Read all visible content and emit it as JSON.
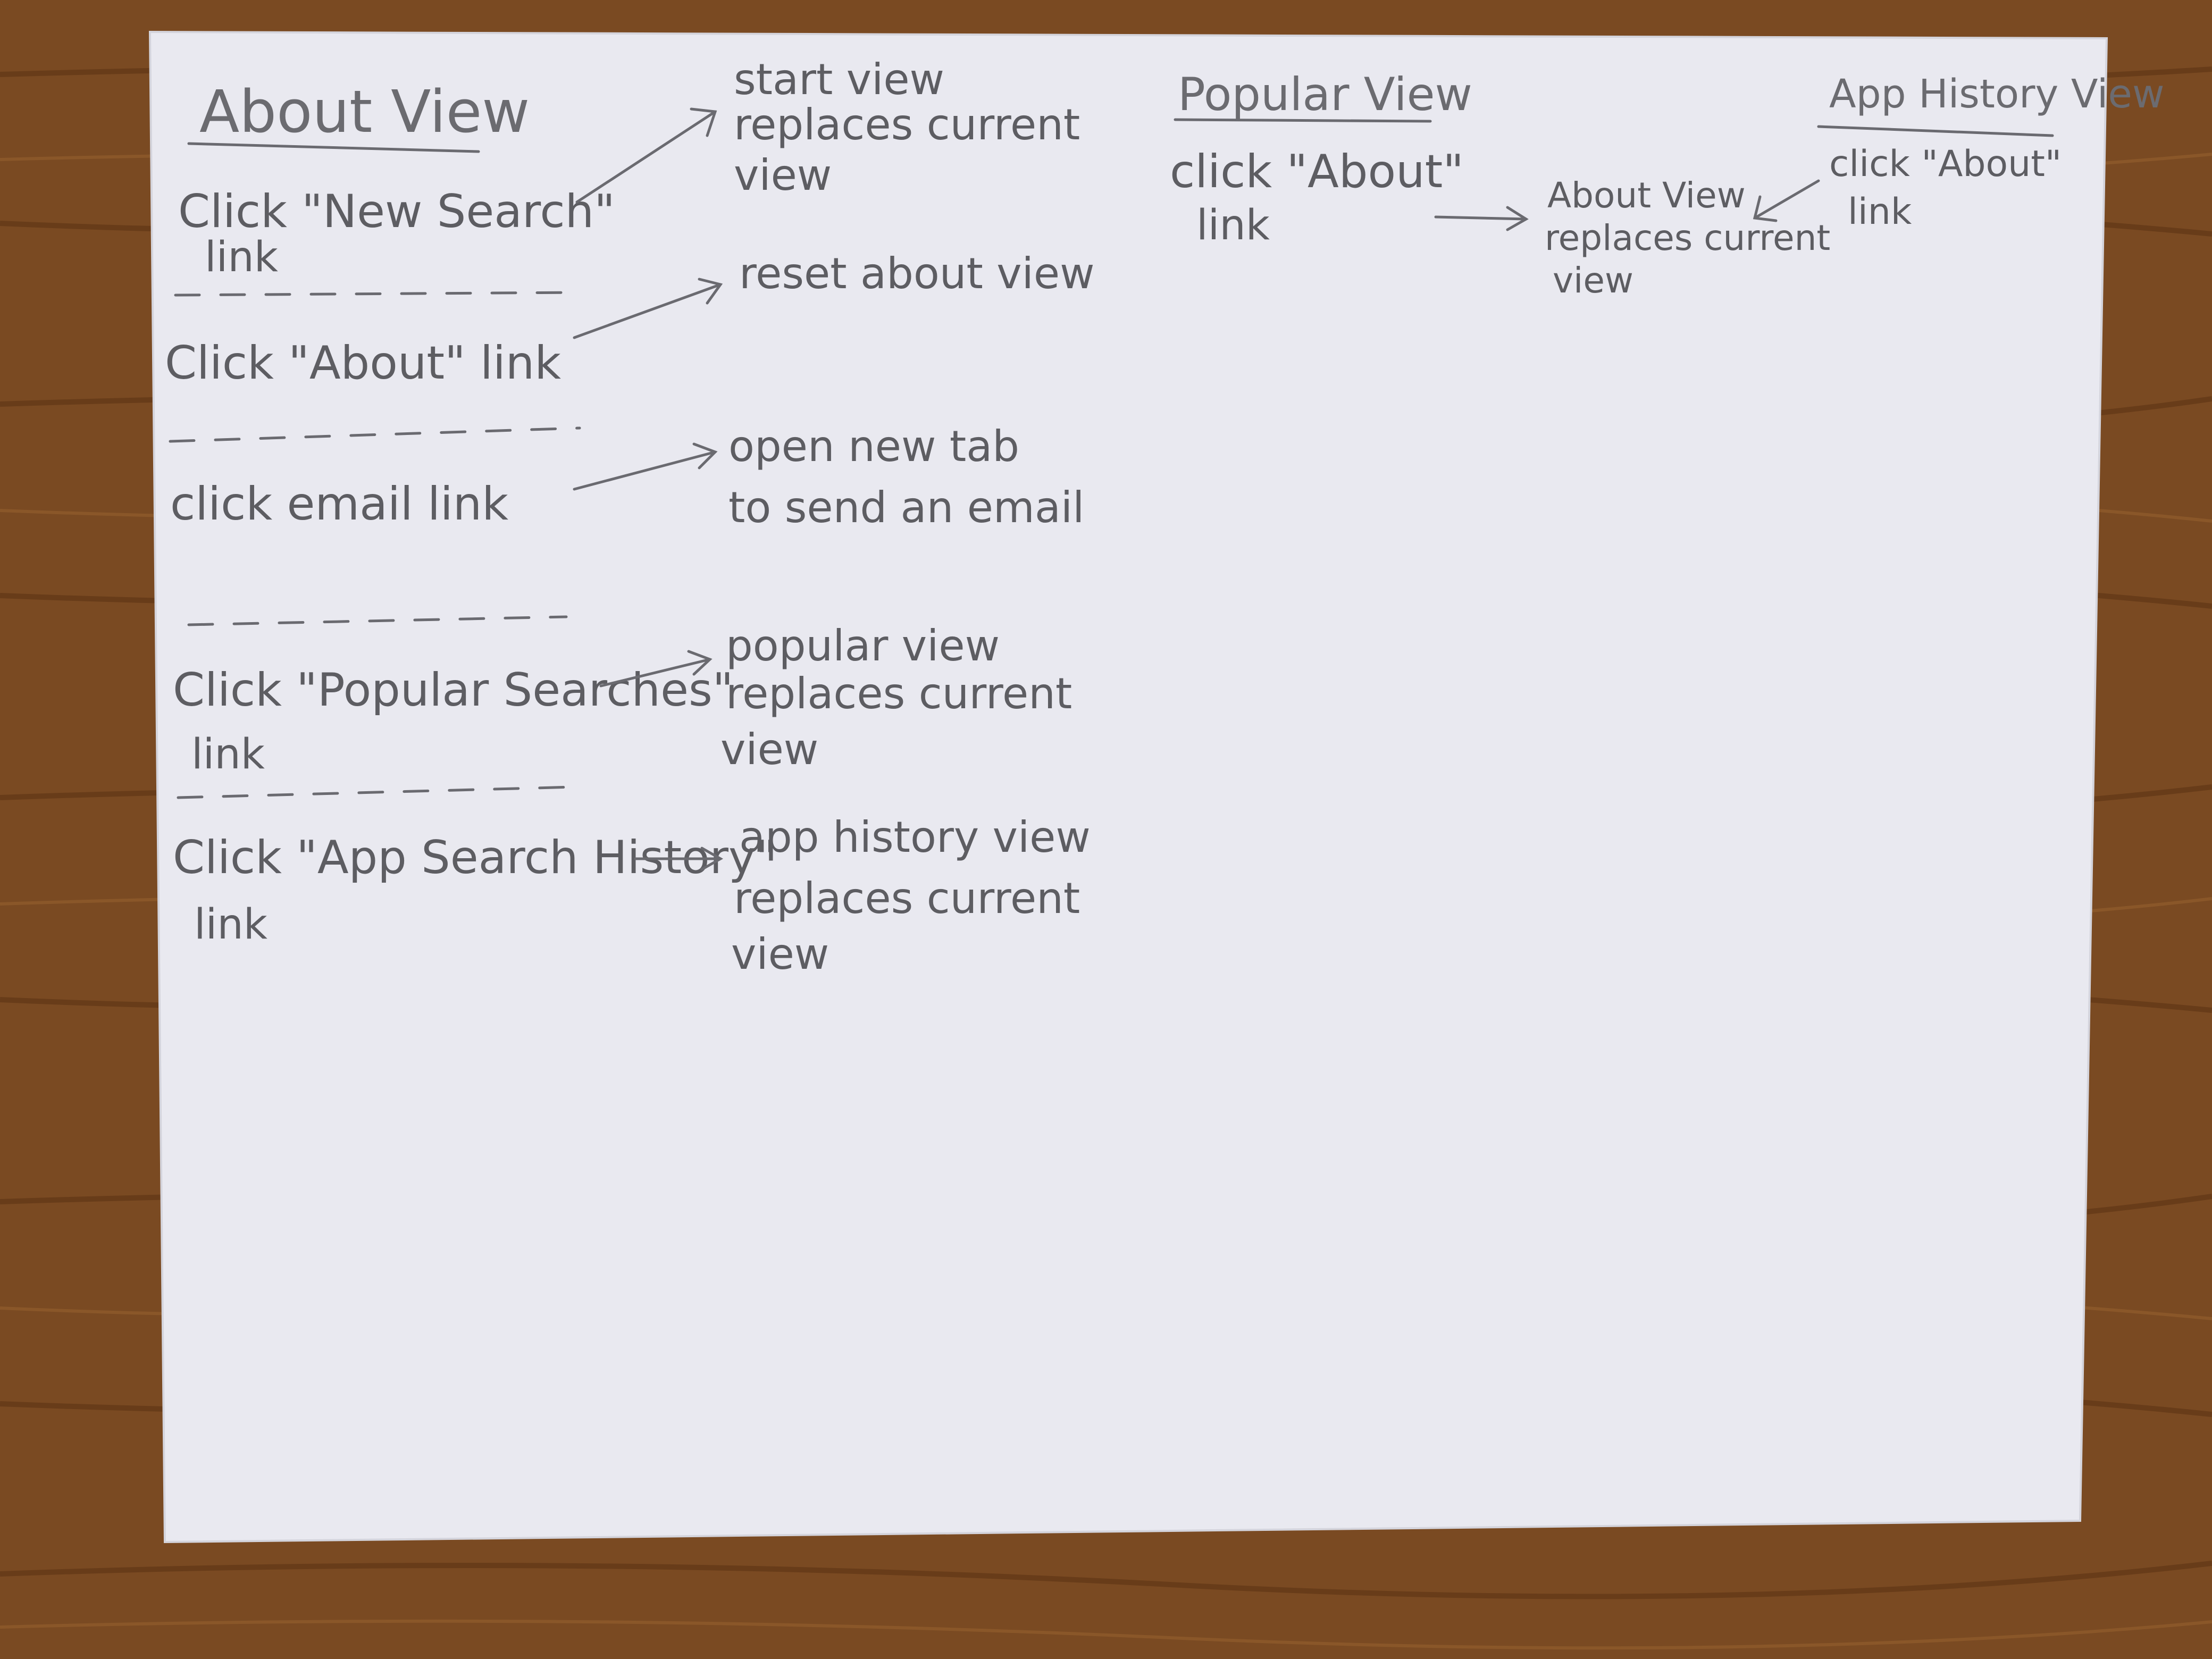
{
  "colors": {
    "desk": "#7a4a22",
    "paper": "#e9e9f0",
    "ink": "#5d5d62",
    "heading_ink": "#6b6b70"
  },
  "diagram": {
    "about_view": {
      "title": "About View",
      "rows": [
        {
          "action": "Click \"New Search\"",
          "action_cont": "link",
          "result": [
            "start view",
            "replaces current",
            "view"
          ]
        },
        {
          "action": "Click \"About\" link",
          "action_cont": "",
          "result": [
            "reset about view"
          ]
        },
        {
          "action": "click email link",
          "action_cont": "",
          "result": [
            "open new tab",
            "to send an email"
          ]
        },
        {
          "action": "Click \"Popular Searches\"",
          "action_cont": "link",
          "result": [
            "popular view",
            "replaces current",
            "view"
          ]
        },
        {
          "action": "Click \"App Search History\"",
          "action_cont": "link",
          "result": [
            "app history view",
            "replaces current",
            "view"
          ]
        }
      ]
    },
    "popular_view": {
      "title": "Popular View",
      "action": "click \"About\"",
      "action_cont": "link"
    },
    "shared_result": [
      "About View",
      "replaces current",
      "view"
    ],
    "app_history_view": {
      "title": "App History View",
      "action": "click \"About\"",
      "action_cont": "link"
    }
  }
}
